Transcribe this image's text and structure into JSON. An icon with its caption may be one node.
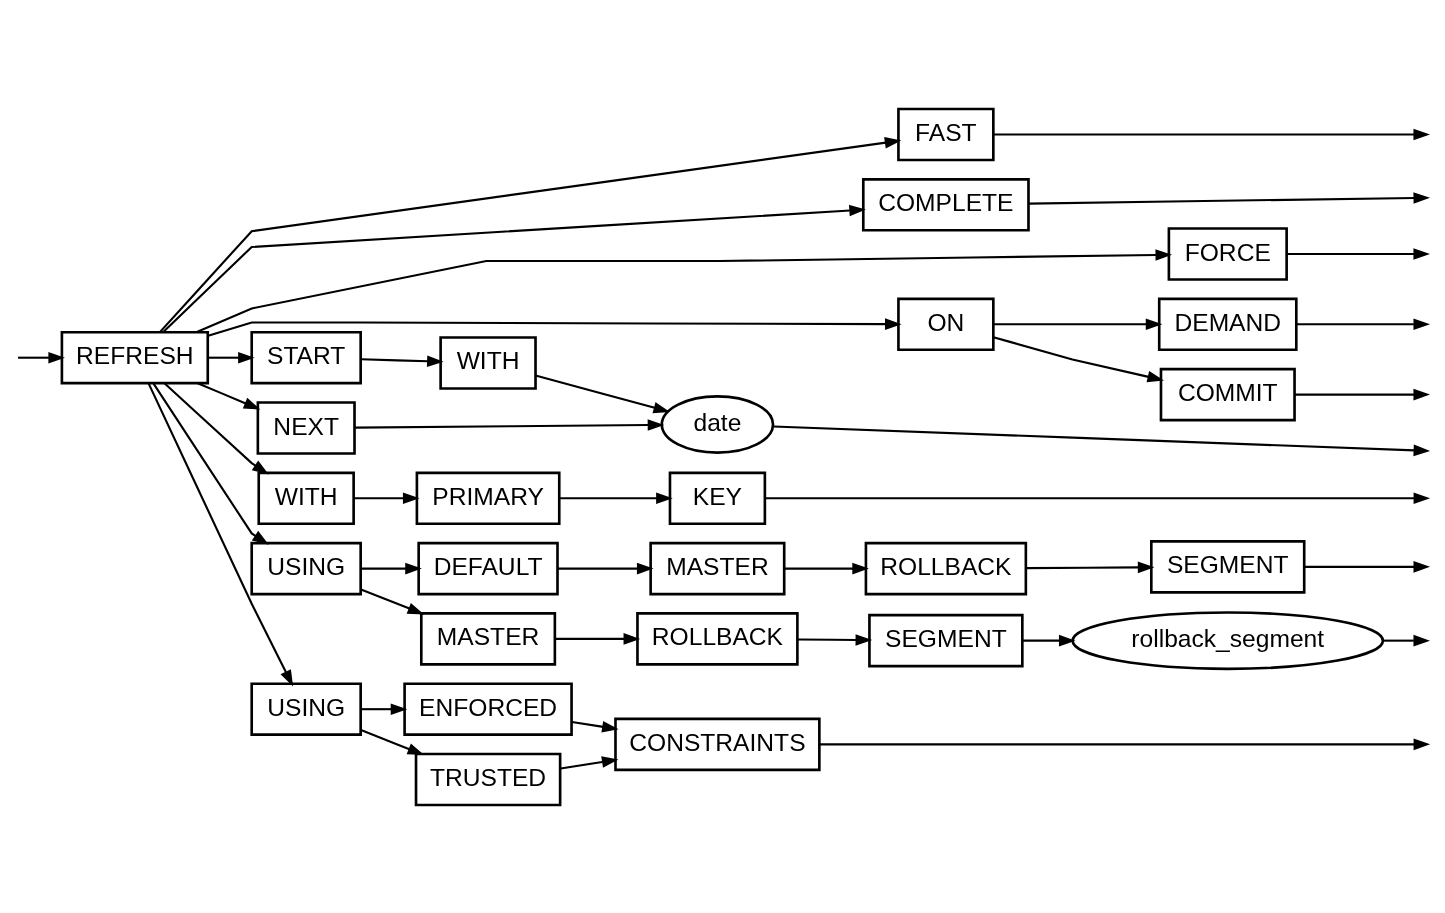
{
  "diagram": {
    "nodes": [
      {
        "text": [
          "REFRESH"
        ]
      },
      {
        "text": [
          "FAST"
        ]
      },
      {
        "text": [
          "COMPLETE"
        ]
      },
      {
        "text": [
          "FORCE"
        ]
      },
      {
        "text": [
          "ON"
        ]
      },
      {
        "text": [
          "DEMAND"
        ]
      },
      {
        "text": [
          "COMMIT"
        ]
      },
      {
        "text": [
          "START"
        ]
      },
      {
        "text": [
          "WITH"
        ]
      },
      {
        "text": [
          "NEXT"
        ]
      },
      {
        "text": [
          "date"
        ]
      },
      {
        "text": [
          "WITH"
        ]
      },
      {
        "text": [
          "PRIMARY"
        ]
      },
      {
        "text": [
          "KEY"
        ]
      },
      {
        "text": [
          "USING"
        ]
      },
      {
        "text": [
          "DEFAULT"
        ]
      },
      {
        "text": [
          "MASTER"
        ]
      },
      {
        "text": [
          "ROLLBACK"
        ]
      },
      {
        "text": [
          "SEGMENT"
        ]
      },
      {
        "text": [
          "MASTER"
        ]
      },
      {
        "text": [
          "ROLLBACK"
        ]
      },
      {
        "text": [
          "SEGMENT"
        ]
      },
      {
        "text": [
          "rollback_segment"
        ]
      },
      {
        "text": [
          "USING"
        ]
      },
      {
        "text": [
          "ENFORCED"
        ]
      },
      {
        "text": [
          "TRUSTED"
        ]
      },
      {
        "text": [
          "CONSTRAINTS"
        ]
      }
    ],
    "edges": [
      {
        "from": null,
        "to": 0,
        "arrow": "to"
      },
      {
        "from": 0,
        "to": 1,
        "arrow": "to"
      },
      {
        "from": 0,
        "to": 2,
        "arrow": "to"
      },
      {
        "from": 0,
        "to": 3,
        "arrow": "to"
      },
      {
        "from": 0,
        "to": 4,
        "arrow": "to"
      },
      {
        "from": 0,
        "to": 7,
        "arrow": "to"
      },
      {
        "from": 0,
        "to": 9,
        "arrow": "to"
      },
      {
        "from": 0,
        "to": 11,
        "arrow": "to"
      },
      {
        "from": 0,
        "to": 14,
        "arrow": "to"
      },
      {
        "from": 0,
        "to": 23,
        "arrow": "to"
      },
      {
        "from": 4,
        "to": 5,
        "arrow": "to"
      },
      {
        "from": 4,
        "to": 6,
        "arrow": "to"
      },
      {
        "from": 7,
        "to": 8,
        "arrow": "to"
      },
      {
        "from": 8,
        "to": 10,
        "arrow": "to"
      },
      {
        "from": 9,
        "to": 10,
        "arrow": "to"
      },
      {
        "from": 11,
        "to": 12,
        "arrow": "to"
      },
      {
        "from": 12,
        "to": 13,
        "arrow": "to"
      },
      {
        "from": 14,
        "to": 15,
        "arrow": "to"
      },
      {
        "from": 14,
        "to": 19,
        "arrow": "to"
      },
      {
        "from": 15,
        "to": 16,
        "arrow": "to"
      },
      {
        "from": 16,
        "to": 17,
        "arrow": "to"
      },
      {
        "from": 17,
        "to": 18,
        "arrow": "to"
      },
      {
        "from": 19,
        "to": 20,
        "arrow": "to"
      },
      {
        "from": 20,
        "to": 21,
        "arrow": "to"
      },
      {
        "from": 21,
        "to": 22,
        "arrow": "to"
      },
      {
        "from": 23,
        "to": 24,
        "arrow": "to"
      },
      {
        "from": 23,
        "to": 25,
        "arrow": "to"
      },
      {
        "from": 24,
        "to": 26,
        "arrow": "to"
      },
      {
        "from": 25,
        "to": 26,
        "arrow": "to"
      },
      {
        "from": 1,
        "to": null,
        "arrow": "to"
      },
      {
        "from": 2,
        "to": null,
        "arrow": "to"
      },
      {
        "from": 3,
        "to": null,
        "arrow": "to"
      },
      {
        "from": 5,
        "to": null,
        "arrow": "to"
      },
      {
        "from": 6,
        "to": null,
        "arrow": "to"
      },
      {
        "from": 10,
        "to": null,
        "arrow": "to"
      },
      {
        "from": 13,
        "to": null,
        "arrow": "to"
      },
      {
        "from": 18,
        "to": null,
        "arrow": "to"
      },
      {
        "from": 22,
        "to": null,
        "arrow": "to"
      },
      {
        "from": 26,
        "to": null,
        "arrow": "to"
      }
    ]
  }
}
